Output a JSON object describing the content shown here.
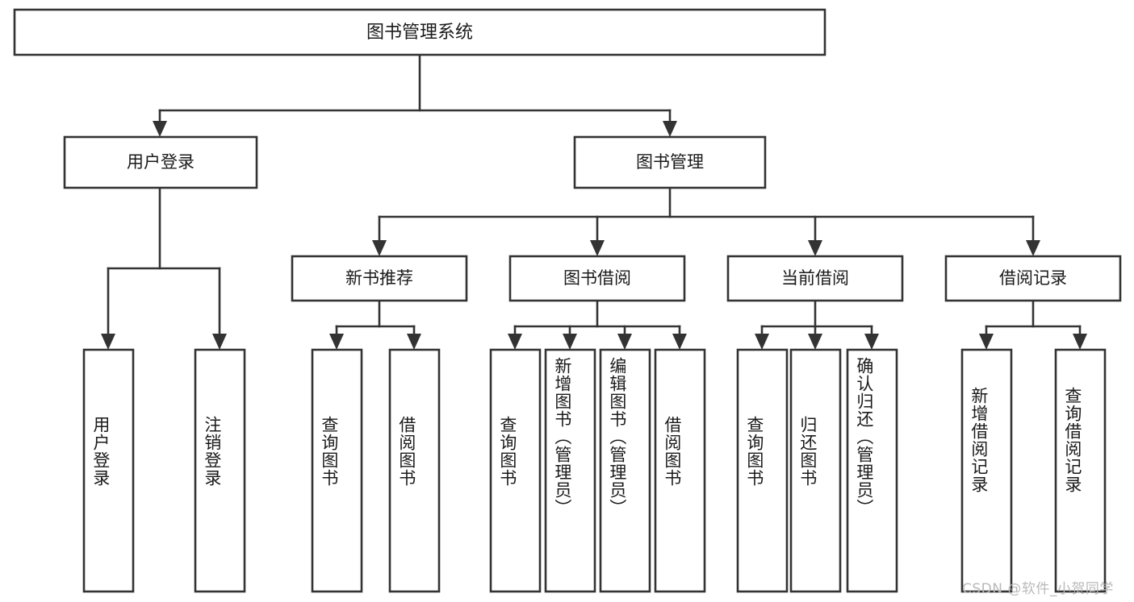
{
  "diagram": {
    "type": "tree-hierarchy",
    "title": "图书管理系统",
    "orientation": "top-down",
    "watermark": "CSDN @软件_小贺同学",
    "colors": {
      "stroke": "#333333",
      "fill": "#ffffff",
      "text": "#1a1a1a",
      "watermark": "#b9b9b9",
      "background": "#ffffff"
    },
    "levels": [
      {
        "level": 0,
        "nodes": [
          {
            "id": "root",
            "label": "图书管理系统",
            "orientation": "horizontal"
          }
        ]
      },
      {
        "level": 1,
        "nodes": [
          {
            "id": "login",
            "label": "用户登录",
            "orientation": "horizontal",
            "parent": "root"
          },
          {
            "id": "bookmgmt",
            "label": "图书管理",
            "orientation": "horizontal",
            "parent": "root"
          }
        ]
      },
      {
        "level": 2,
        "nodes": [
          {
            "id": "newbook",
            "label": "新书推荐",
            "orientation": "horizontal",
            "parent": "bookmgmt"
          },
          {
            "id": "borrow",
            "label": "图书借阅",
            "orientation": "horizontal",
            "parent": "bookmgmt"
          },
          {
            "id": "current",
            "label": "当前借阅",
            "orientation": "horizontal",
            "parent": "bookmgmt"
          },
          {
            "id": "records",
            "label": "借阅记录",
            "orientation": "horizontal",
            "parent": "bookmgmt"
          }
        ]
      },
      {
        "level": 3,
        "nodes": [
          {
            "id": "leaf-1",
            "label": "用户登录",
            "orientation": "vertical",
            "parent": "login"
          },
          {
            "id": "leaf-2",
            "label": "注销登录",
            "orientation": "vertical",
            "parent": "login"
          },
          {
            "id": "leaf-3",
            "label": "查询图书",
            "orientation": "vertical",
            "parent": "newbook"
          },
          {
            "id": "leaf-4",
            "label": "借阅图书",
            "orientation": "vertical",
            "parent": "newbook"
          },
          {
            "id": "leaf-5",
            "label": "查询图书",
            "orientation": "vertical",
            "parent": "borrow"
          },
          {
            "id": "leaf-6",
            "label": "新增图书（管理员）",
            "orientation": "vertical",
            "parent": "borrow"
          },
          {
            "id": "leaf-7",
            "label": "编辑图书（管理员）",
            "orientation": "vertical",
            "parent": "borrow"
          },
          {
            "id": "leaf-8",
            "label": "借阅图书",
            "orientation": "vertical",
            "parent": "borrow"
          },
          {
            "id": "leaf-9",
            "label": "查询图书",
            "orientation": "vertical",
            "parent": "current"
          },
          {
            "id": "leaf-10",
            "label": "归还图书",
            "orientation": "vertical",
            "parent": "current"
          },
          {
            "id": "leaf-11",
            "label": "确认归还（管理员）",
            "orientation": "vertical",
            "parent": "current"
          },
          {
            "id": "leaf-12",
            "label": "新增借阅记录",
            "orientation": "vertical",
            "parent": "records"
          },
          {
            "id": "leaf-13",
            "label": "查询借阅记录",
            "orientation": "vertical",
            "parent": "records"
          }
        ]
      }
    ]
  }
}
